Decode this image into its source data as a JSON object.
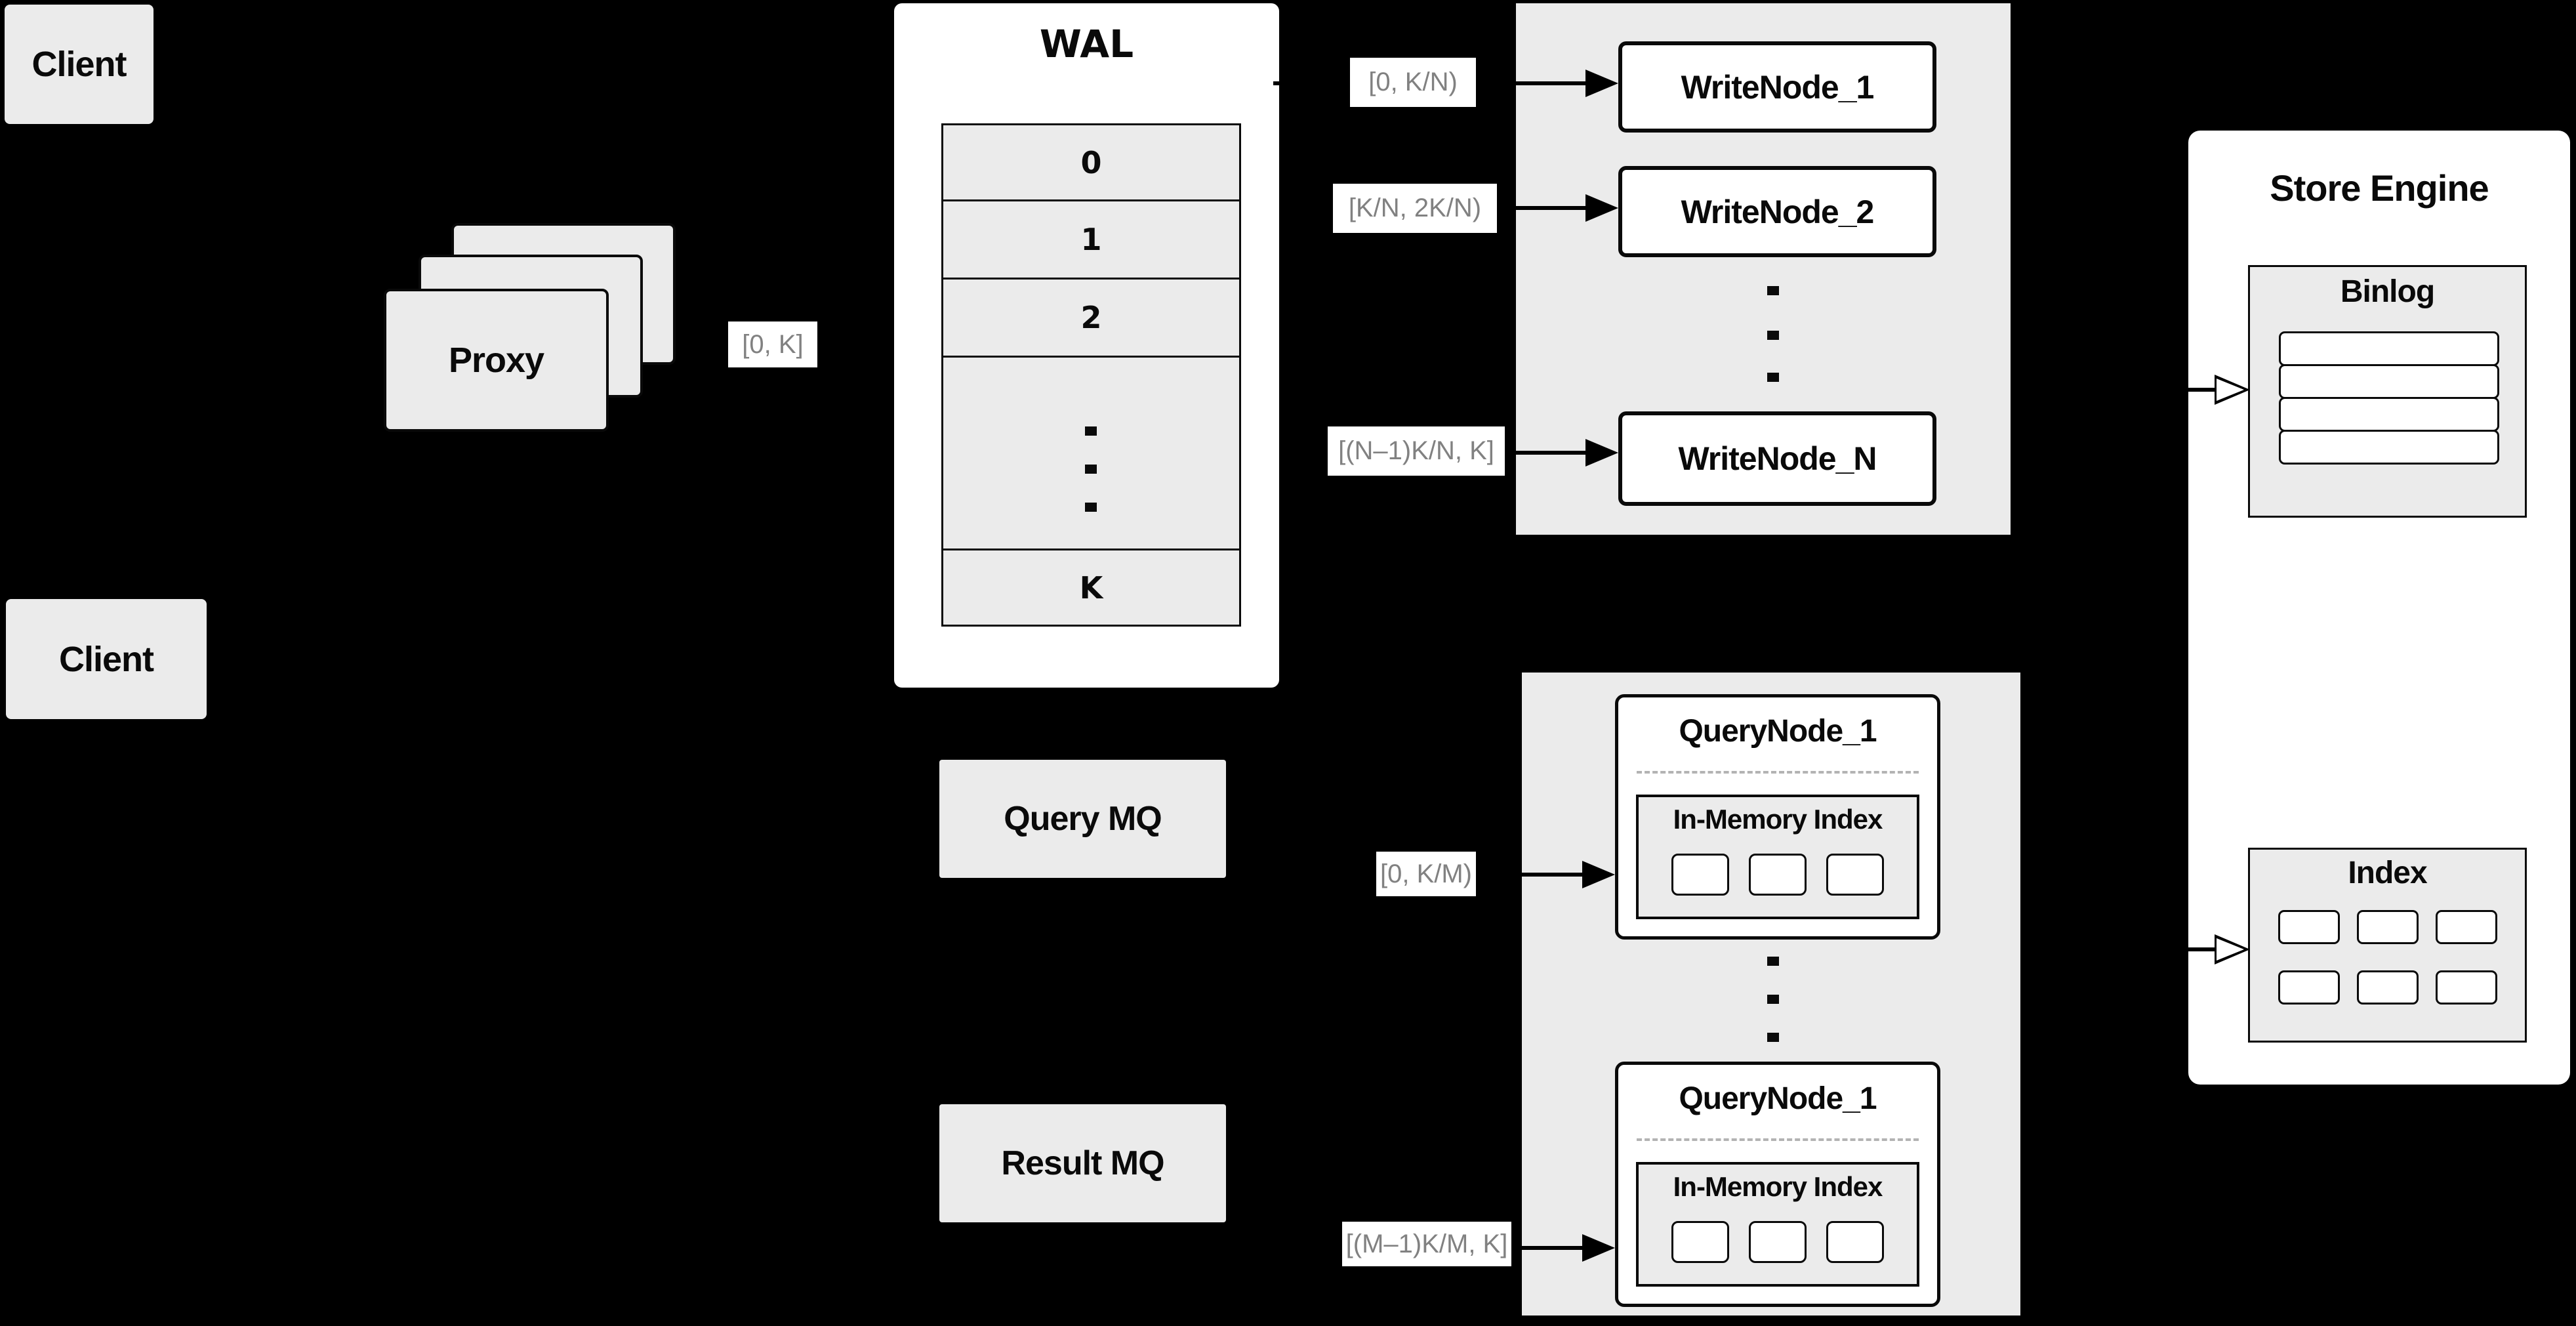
{
  "colors": {
    "background": "#000000",
    "box_fill": "#ebebeb",
    "node_fill": "#ffffff",
    "line": "#0a0a0a",
    "range_label_text": "#818181"
  },
  "clients": {
    "top": "Client",
    "bottom": "Client"
  },
  "proxy": {
    "label": "Proxy"
  },
  "labels": {
    "proxy_out": "[0, K]",
    "write_1": "[0, K/N)",
    "write_2": "[K/N, 2K/N)",
    "write_n": "[(N–1)K/N, K]",
    "query_top": "[0, K/M)",
    "query_bottom": "[(M–1)K/M, K]"
  },
  "wal": {
    "title": "WAL",
    "rows": [
      "0",
      "1",
      "2",
      "K"
    ]
  },
  "write_nodes": [
    "WriteNode_1",
    "WriteNode_2",
    "WriteNode_N"
  ],
  "mq": {
    "query": "Query MQ",
    "result": "Result MQ"
  },
  "query_nodes": {
    "top_title": "QueryNode_1",
    "bottom_title": "QueryNode_1",
    "inner_title": "In-Memory Index"
  },
  "store": {
    "title": "Store Engine",
    "binlog_title": "Binlog",
    "index_title": "Index"
  }
}
